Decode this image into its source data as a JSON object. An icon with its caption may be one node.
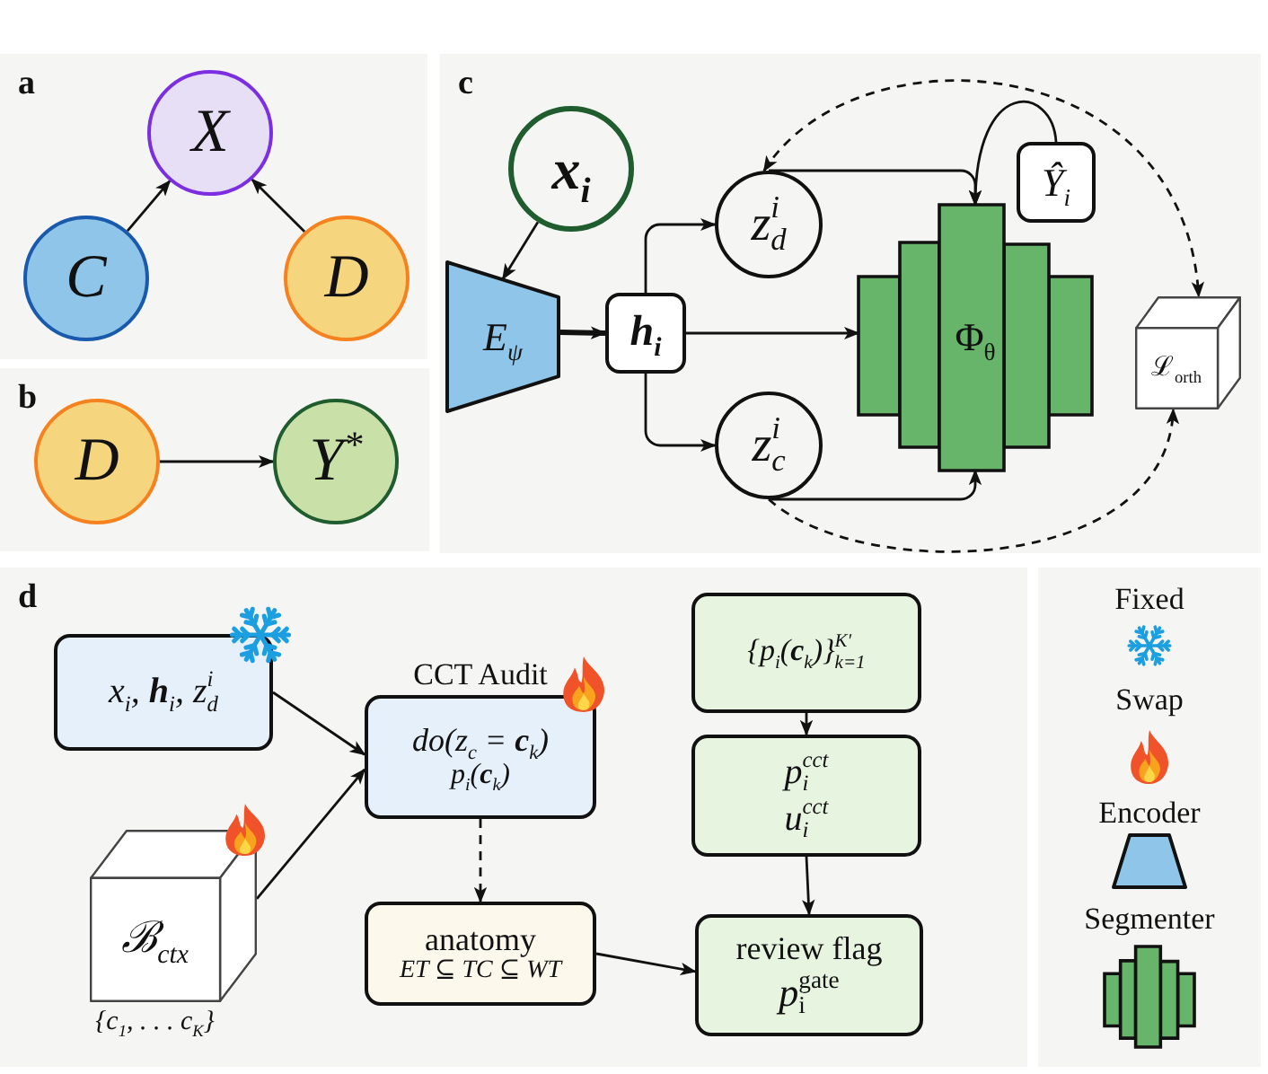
{
  "diagram": {
    "nodes": [
      {
        "text": [
          "a"
        ]
      },
      {
        "text": [
          "X"
        ],
        "in": 0
      },
      {
        "text": [
          "C"
        ],
        "in": 0
      },
      {
        "text": [
          "D"
        ],
        "in": 0
      },
      {
        "text": [
          "b"
        ]
      },
      {
        "text": [
          "D"
        ],
        "in": 4
      },
      {
        "text": [
          "Y$^{*}$"
        ],
        "in": 4
      },
      {
        "text": [
          "c"
        ]
      },
      {
        "text": [
          "x$_{i}$"
        ],
        "in": 7
      },
      {
        "text": [
          "E$_{ψ}$"
        ],
        "in": 7
      },
      {
        "text": [
          "h$_{i}$"
        ],
        "in": 7
      },
      {
        "text": [
          "z$^{i}$$_{d}$"
        ],
        "in": 7
      },
      {
        "text": [
          "z$^{i}$$_{c}$"
        ],
        "in": 7
      },
      {
        "text": [
          "Φ$_{θ}$"
        ],
        "in": 7
      },
      {
        "text": [
          "Ŷ$_{i}$"
        ],
        "in": 7
      },
      {
        "text": [
          "ℒ$_{orth}$"
        ],
        "in": 7
      },
      {
        "text": [
          "d"
        ]
      },
      {
        "text": [
          "x$_{i}$, **h**$_{i}$, z$^{i}$$_{d}$"
        ],
        "in": 16
      },
      {
        "text": [
          "CCT Audit",
          "do(z$_{c}$ = **c**$_{k}$)",
          "p$_{i}$(**c**$_{k}$)"
        ],
        "in": 16
      },
      {
        "text": [
          "ℬ$_{ctx}$"
        ],
        "beside": [
          "{c$_{1}$, . . . c$_{K}$}"
        ],
        "in": 16
      },
      {
        "text": [
          "anatomy",
          "ET ⊆ TC ⊆ WT"
        ],
        "in": 16
      },
      {
        "text": [
          "{p$_{i}$(**c**$_{k}$)}$^{K′}$$_{k=1}$"
        ],
        "in": 16
      },
      {
        "text": [
          "p$^{cct}$$_{i}$",
          "u$^{cct}$$_{i}$"
        ],
        "in": 16
      },
      {
        "text": [
          "review flag",
          "*p*$^{gate}$$_{i}$"
        ],
        "in": 16
      }
    ],
    "edges": [
      {
        "from": 2,
        "to": 1,
        "arrow": "to"
      },
      {
        "from": 3,
        "to": 1,
        "arrow": "to"
      },
      {
        "from": 5,
        "to": 6,
        "arrow": "to"
      },
      {
        "from": 8,
        "to": 9,
        "arrow": "to"
      },
      {
        "from": 9,
        "to": 10,
        "arrow": "to",
        "style": "thick"
      },
      {
        "from": 10,
        "to": 11,
        "arrow": "to"
      },
      {
        "from": 10,
        "to": 12,
        "arrow": "to"
      },
      {
        "from": 10,
        "to": 13,
        "arrow": "to"
      },
      {
        "from": 11,
        "to": 13,
        "arrow": "to"
      },
      {
        "from": 12,
        "to": 13,
        "arrow": "to"
      },
      {
        "from": 14,
        "to": 13,
        "arrow": "to"
      },
      {
        "from": 11,
        "to": 15,
        "arrow": "both",
        "style": "dashed"
      },
      {
        "from": 12,
        "to": 15,
        "arrow": "to",
        "style": "dashed"
      },
      {
        "from": 17,
        "to": 18,
        "arrow": "to"
      },
      {
        "from": 19,
        "to": 18,
        "arrow": "to"
      },
      {
        "from": 18,
        "to": 20,
        "arrow": "to",
        "style": "dashed"
      },
      {
        "from": 20,
        "to": 23,
        "arrow": "to"
      },
      {
        "from": 21,
        "to": 22,
        "arrow": "to"
      },
      {
        "from": 22,
        "to": 23,
        "arrow": "to"
      }
    ],
    "legend": [
      {
        "text": "Fixed"
      },
      {
        "text": "Swap"
      },
      {
        "text": "Encoder"
      },
      {
        "text": "Segmenter"
      }
    ]
  }
}
